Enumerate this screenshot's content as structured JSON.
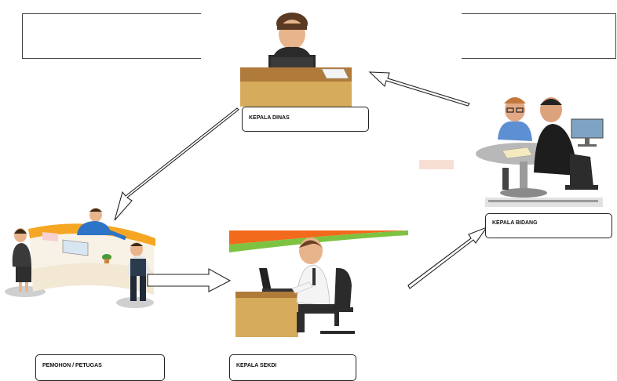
{
  "labels": {
    "kepala_dinas": "KEPALA DINAS",
    "kepala_bidang": "KEPALA BIDANG",
    "kepala_sekdi": "KEPALA SEKDI",
    "pemohon_petugas": "PEMOHON / PETUGAS"
  },
  "colors": {
    "desk": "#c8a054",
    "counter": "#f5a623",
    "banner_orange": "#f26a1b",
    "banner_green": "#7ec242",
    "shirt_blue": "#2e74c6",
    "suit_dark": "#1f2a38",
    "skin": "#e8b48c",
    "hair": "#5a3a22"
  }
}
